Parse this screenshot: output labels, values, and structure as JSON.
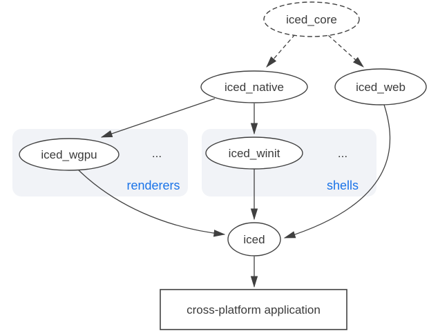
{
  "diagram": {
    "description": "Dependency graph of the iced GUI ecosystem",
    "colors": {
      "background": "#ffffff",
      "stroke": "#404040",
      "text": "#3a3a3a",
      "accent": "#1a73e8",
      "cluster_fill": "#f1f3f7",
      "node_fill": "#ffffff"
    },
    "nodes": {
      "iced_core": "iced_core",
      "iced_native": "iced_native",
      "iced_web": "iced_web",
      "iced_wgpu": "iced_wgpu",
      "iced_winit": "iced_winit",
      "iced": "iced",
      "application": "cross-platform application"
    },
    "clusters": {
      "renderers": {
        "label": "renderers",
        "ellipsis": "..."
      },
      "shells": {
        "label": "shells",
        "ellipsis": "..."
      }
    },
    "edges": [
      {
        "from": "iced_core",
        "to": "iced_native",
        "style": "dashed"
      },
      {
        "from": "iced_core",
        "to": "iced_web",
        "style": "dashed"
      },
      {
        "from": "iced_native",
        "to": "iced_wgpu",
        "style": "solid"
      },
      {
        "from": "iced_native",
        "to": "iced_winit",
        "style": "solid"
      },
      {
        "from": "iced_wgpu",
        "to": "iced",
        "style": "solid"
      },
      {
        "from": "iced_winit",
        "to": "iced",
        "style": "solid"
      },
      {
        "from": "iced_web",
        "to": "iced",
        "style": "solid"
      },
      {
        "from": "iced",
        "to": "application",
        "style": "solid"
      }
    ]
  }
}
